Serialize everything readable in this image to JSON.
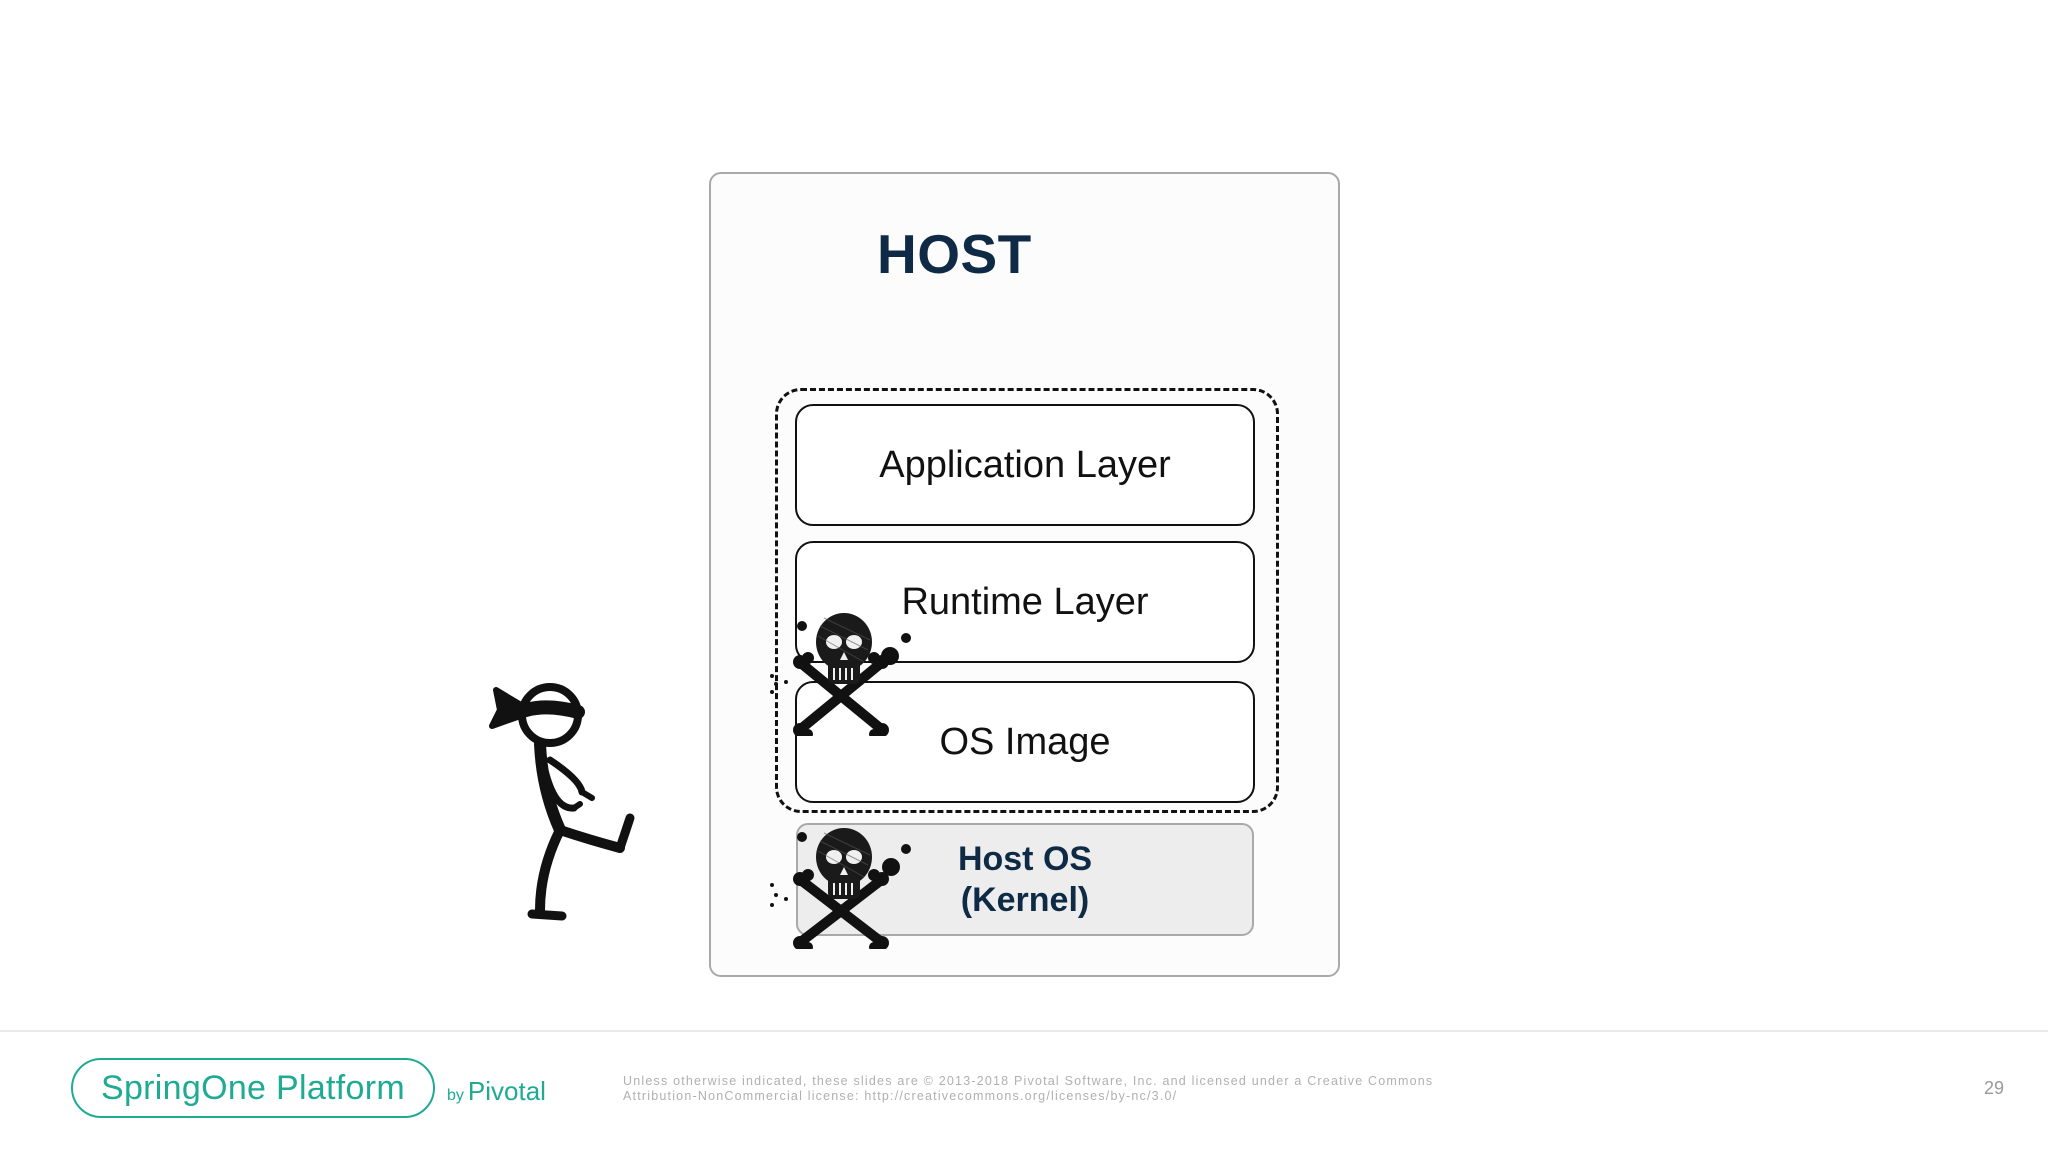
{
  "diagram": {
    "host_title": "HOST",
    "layers": [
      {
        "label": "Application Layer"
      },
      {
        "label": "Runtime Layer"
      },
      {
        "label": "OS Image"
      }
    ],
    "kernel": {
      "line1": "Host OS",
      "line2": "(Kernel)"
    },
    "icons": [
      "skull-crossbones-icon",
      "skull-crossbones-icon",
      "ninja-stick-figure-icon"
    ]
  },
  "footer": {
    "brand": "SpringOne Platform",
    "by_prefix": "by",
    "by_name": "Pivotal",
    "license_line1": "Unless otherwise indicated, these slides are © 2013-2018 Pivotal Software, Inc. and licensed under a Creative Commons",
    "license_line2": "Attribution-NonCommercial license: http://creativecommons.org/licenses/by-nc/3.0/",
    "page_number": "29"
  },
  "colors": {
    "title_navy": "#0f2a44",
    "brand_teal": "#1faa93",
    "kernel_fill": "#ededee",
    "border_gray": "#a9a9a9"
  }
}
